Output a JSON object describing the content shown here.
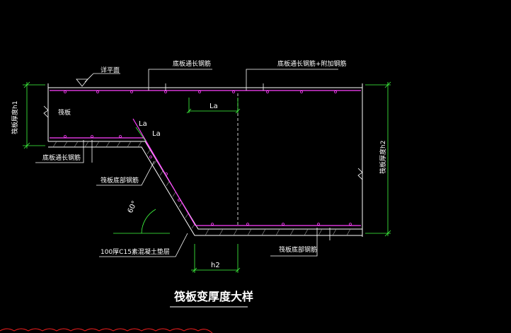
{
  "drawing": {
    "title": "筏板变厚度大样",
    "labels": {
      "level_surface": "详平面",
      "top_through_rebar": "底板通长钢筋",
      "top_through_rebar_extra": "底板通长钢筋+附加钢筋",
      "raft": "筏板",
      "bottom_through_rebar": "底板通长钢筋",
      "raft_rebar": "筏板底部钢筋",
      "raft_bottom_rebar": "筏板底部钢筋",
      "cushion": "100厚C15素混凝土垫层",
      "thickness_1": "筏板厚度h1",
      "thickness_2": "筏板厚度h2",
      "la_top": "La",
      "la_slope_1": "La",
      "la_slope_2": "La",
      "angle": "60°",
      "h2": "h2"
    },
    "colors": {
      "background": "#000000",
      "concrete_line": "#ffffff",
      "rebar": "#ff40ff",
      "dimension": "#40ff40",
      "leader": "#ffffff",
      "hatch": "#a0a0a0",
      "revision_cloud": "#ff2020"
    }
  }
}
